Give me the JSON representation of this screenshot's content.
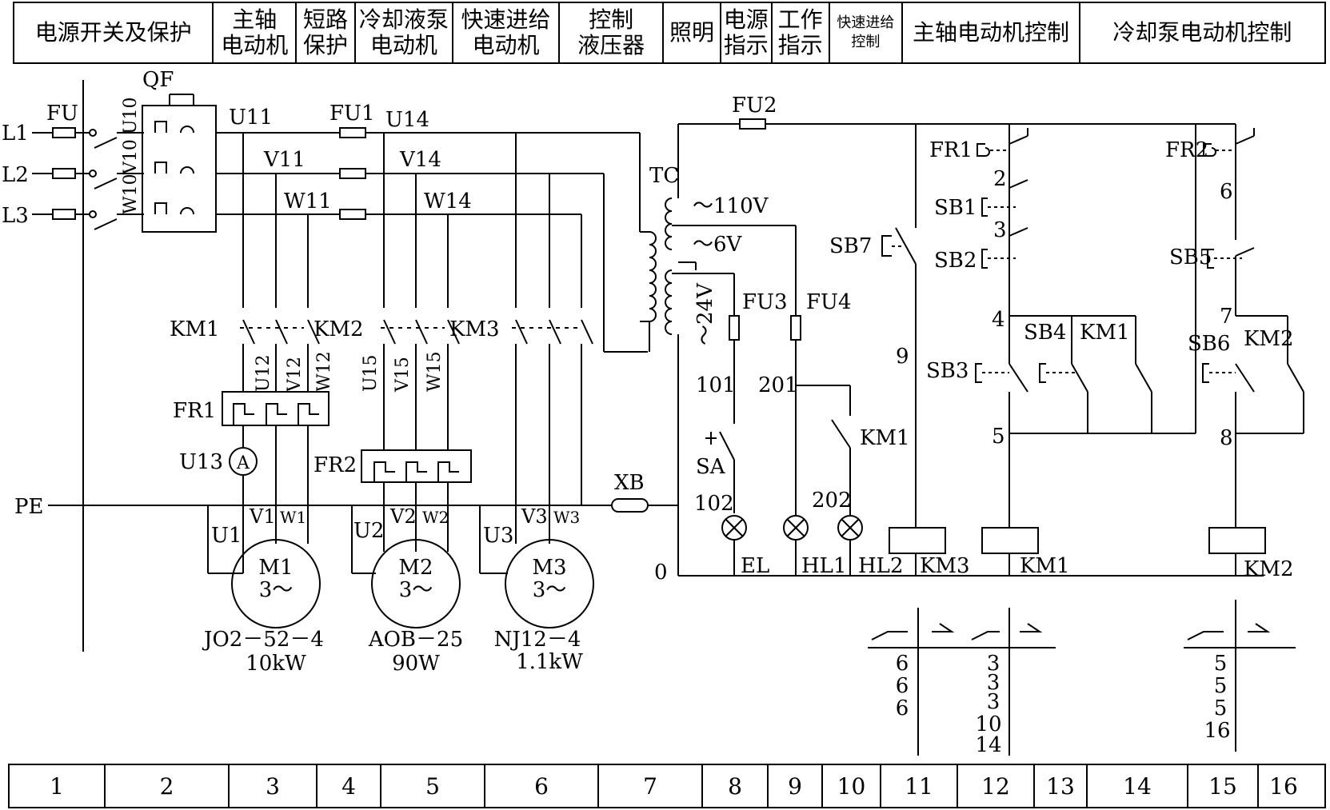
{
  "header": {
    "columns": [
      "电源开关及保护",
      "主轴\n电动机",
      "短路\n保护",
      "冷却液泵\n电动机",
      "快速进给\n电动机",
      "控制\n液压器",
      "照明",
      "电源\n指示",
      "工作\n指示",
      "快速进给\n控制",
      "主轴电动机控制",
      "冷却泵电动机控制"
    ]
  },
  "footer": {
    "columns": [
      "1",
      "2",
      "3",
      "4",
      "5",
      "6",
      "7",
      "8",
      "9",
      "10",
      "11",
      "12",
      "13",
      "14",
      "15",
      "16"
    ]
  },
  "phases": {
    "l1": "L1",
    "l2": "L2",
    "l3": "L3",
    "pe": "PE"
  },
  "power": {
    "fu": "FU",
    "qf": "QF",
    "u10": "U10",
    "v10": "V10",
    "w10": "W10",
    "u11": "U11",
    "v11": "V11",
    "w11": "W11",
    "fu1": "FU1",
    "u14": "U14",
    "v14": "V14",
    "w14": "W14",
    "km1": "KM1",
    "km2": "KM2",
    "km3": "KM3",
    "u12": "U12",
    "v12": "V12",
    "w12": "W12",
    "u15": "U15",
    "v15": "V15",
    "w15": "W15",
    "fr1": "FR1",
    "fr2": "FR2",
    "u13": "U13",
    "ammeter": "A",
    "xb": "XB",
    "u1": "U1",
    "v1": "V1",
    "w1": "W1",
    "u2": "U2",
    "v2": "V2",
    "w2": "W2",
    "u3": "U3",
    "v3": "V3",
    "w3": "W3"
  },
  "motors": [
    {
      "name": "M1",
      "phase": "3～",
      "model": "JO2－52－4",
      "power": "10kW"
    },
    {
      "name": "M2",
      "phase": "3～",
      "model": "AOB－25",
      "power": "90W"
    },
    {
      "name": "M3",
      "phase": "3～",
      "model": "NJ12－4",
      "power": "1.1kW"
    }
  ],
  "control": {
    "tc": "TC",
    "v110": "～110V",
    "v6": "～6V",
    "v24": "～24V",
    "fu2": "FU2",
    "fu3": "FU3",
    "fu4": "FU4",
    "n101": "101",
    "n201": "201",
    "n102": "102",
    "n202": "202",
    "n0": "0",
    "sa": "SA",
    "km1_contact": "KM1",
    "el": "EL",
    "hl1": "HL1",
    "hl2": "HL2",
    "sb7": "SB7",
    "n9": "9",
    "coil_km3": "KM3",
    "fr1": "FR1",
    "n2": "2",
    "sb1": "SB1",
    "n3": "3",
    "sb2": "SB2",
    "n4": "4",
    "sb4": "SB4",
    "km1_aux": "KM1",
    "sb3": "SB3",
    "n5": "5",
    "coil_km1": "KM1",
    "fr2": "FR2",
    "n6": "6",
    "sb5": "SB5",
    "n7": "7",
    "sb6": "SB6",
    "km2_aux": "KM2",
    "n8": "8",
    "coil_km2": "KM2"
  },
  "contact_tables": [
    {
      "numbers": [
        "6",
        "6",
        "6"
      ]
    },
    {
      "numbers": [
        "3",
        "3",
        "3",
        "10",
        "14"
      ]
    },
    {
      "numbers": [
        "5",
        "5",
        "5",
        "16"
      ]
    }
  ]
}
